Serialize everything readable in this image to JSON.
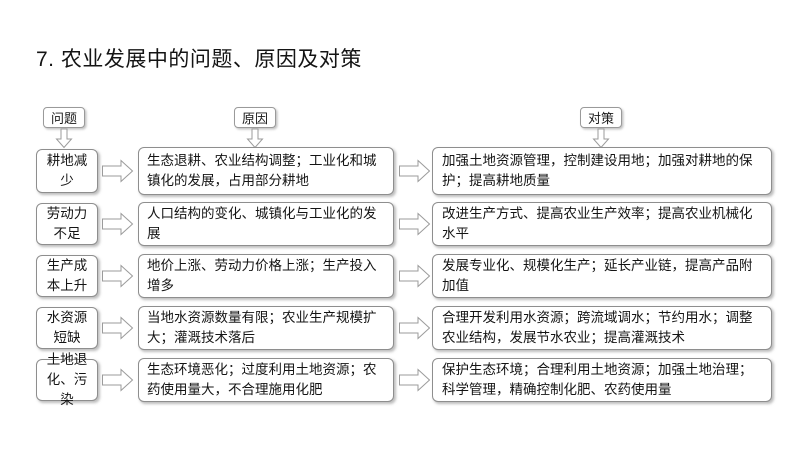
{
  "title": "7. 农业发展中的问题、原因及对策",
  "columns": {
    "problem_header": "问题",
    "cause_header": "原因",
    "measure_header": "对策"
  },
  "icons": {
    "down_arrow": "arrow-down-icon",
    "right_arrow": "arrow-right-icon"
  },
  "colors": {
    "page_background": "#ffffff",
    "box_border": "#8e8e8e",
    "text": "#141414",
    "arrow_outline": "#9b9b9b"
  },
  "rows": [
    {
      "problem": "耕地减少",
      "cause": "生态退耕、农业结构调整；工业化和城镇化的发展，占用部分耕地",
      "measure": "加强土地资源管理，控制建设用地；加强对耕地的保护；提高耕地质量"
    },
    {
      "problem": "劳动力不足",
      "cause": "人口结构的变化、城镇化与工业化的发展",
      "measure": "改进生产方式、提高农业生产效率；提高农业机械化水平"
    },
    {
      "problem": "生产成本上升",
      "cause": "地价上涨、劳动力价格上涨；生产投入增多",
      "measure": "发展专业化、规模化生产；延长产业链，提高产品附加值"
    },
    {
      "problem": "水资源短缺",
      "cause": "当地水资源数量有限；农业生产规模扩大；灌溉技术落后",
      "measure": "合理开发利用水资源；跨流域调水；节约用水；调整农业结构，发展节水农业；提高灌溉技术"
    },
    {
      "problem": "土地退化、污染",
      "cause": "生态环境恶化；过度利用土地资源；农药使用量大，不合理施用化肥",
      "measure": "保护生态环境；合理利用土地资源；加强土地治理；科学管理，精确控制化肥、农药使用量"
    }
  ]
}
